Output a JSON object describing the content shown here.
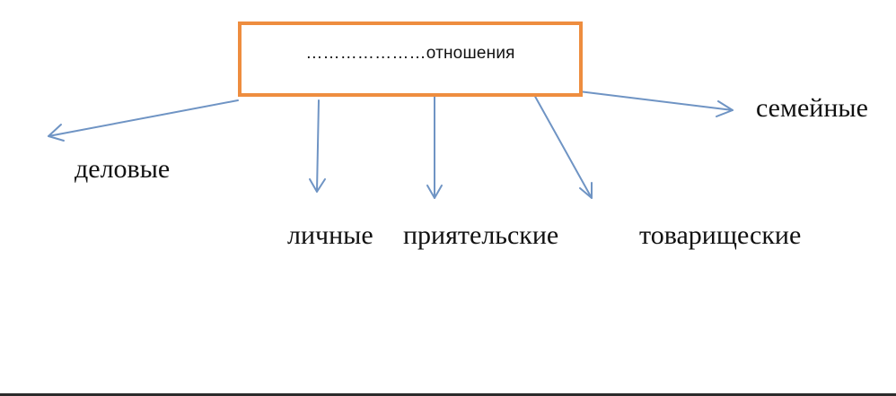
{
  "diagram": {
    "root": {
      "label": "…………………отношения"
    },
    "branches": [
      {
        "id": "delovye",
        "label": "деловые"
      },
      {
        "id": "lichnye",
        "label": "личные"
      },
      {
        "id": "priyatelskie",
        "label": "приятельские"
      },
      {
        "id": "tovarishcheskie",
        "label": "товарищеские"
      },
      {
        "id": "semeinye",
        "label": "семейные"
      }
    ],
    "colors": {
      "box_border": "#ee8d3f",
      "arrow": "#6f94c4",
      "text": "#111111"
    }
  }
}
